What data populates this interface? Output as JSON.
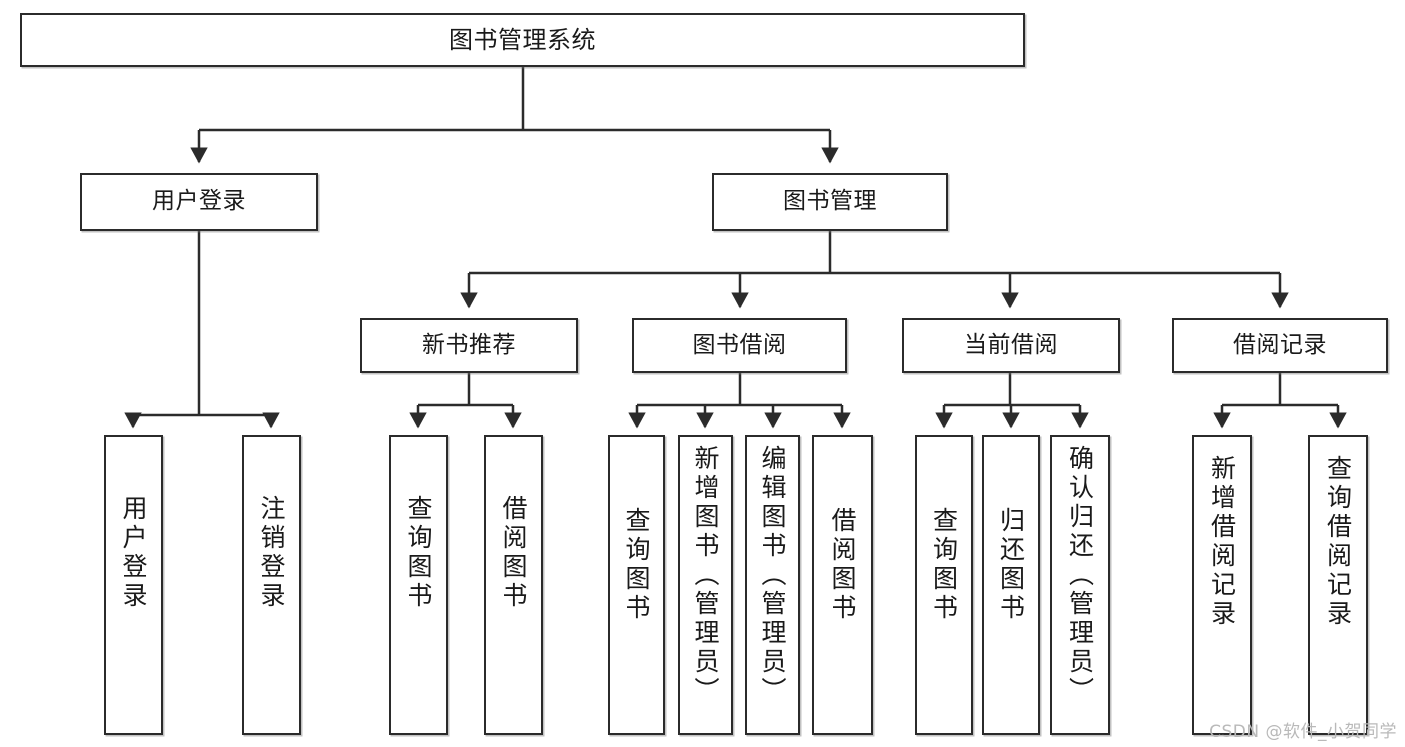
{
  "diagram": {
    "type": "tree",
    "title": "图书管理系统",
    "watermark": "CSDN @软件_小贺同学",
    "colors": {
      "box_border": "#2b2b2b",
      "box_fill": "#ffffff",
      "edge": "#2b2b2b",
      "watermark": "#b9b9b9"
    },
    "nodes": {
      "root": {
        "label": "图书管理系统"
      },
      "level2": [
        {
          "id": "user-login",
          "label": "用户登录"
        },
        {
          "id": "book-manage",
          "label": "图书管理"
        }
      ],
      "level3": [
        {
          "id": "new-book-recommend",
          "label": "新书推荐"
        },
        {
          "id": "book-borrow",
          "label": "图书借阅"
        },
        {
          "id": "current-borrow",
          "label": "当前借阅"
        },
        {
          "id": "borrow-record",
          "label": "借阅记录"
        }
      ],
      "leaves": {
        "user_login": [
          {
            "id": "leaf-user-login",
            "label": "用户登录"
          },
          {
            "id": "leaf-logout",
            "label": "注销登录"
          }
        ],
        "new_book_recommend": [
          {
            "id": "leaf-query-book-1",
            "label": "查询图书"
          },
          {
            "id": "leaf-borrow-book-1",
            "label": "借阅图书"
          }
        ],
        "book_borrow": [
          {
            "id": "leaf-query-book-2",
            "label": "查询图书"
          },
          {
            "id": "leaf-add-book",
            "label": "新增图书（管理员）"
          },
          {
            "id": "leaf-edit-book",
            "label": "编辑图书（管理员）"
          },
          {
            "id": "leaf-borrow-book-2",
            "label": "借阅图书"
          }
        ],
        "current_borrow": [
          {
            "id": "leaf-query-book-3",
            "label": "查询图书"
          },
          {
            "id": "leaf-return-book",
            "label": "归还图书"
          },
          {
            "id": "leaf-confirm-return",
            "label": "确认归还（管理员）"
          }
        ],
        "borrow_record": [
          {
            "id": "leaf-add-record",
            "label": "新增借阅记录"
          },
          {
            "id": "leaf-query-record",
            "label": "查询借阅记录"
          }
        ]
      }
    }
  }
}
